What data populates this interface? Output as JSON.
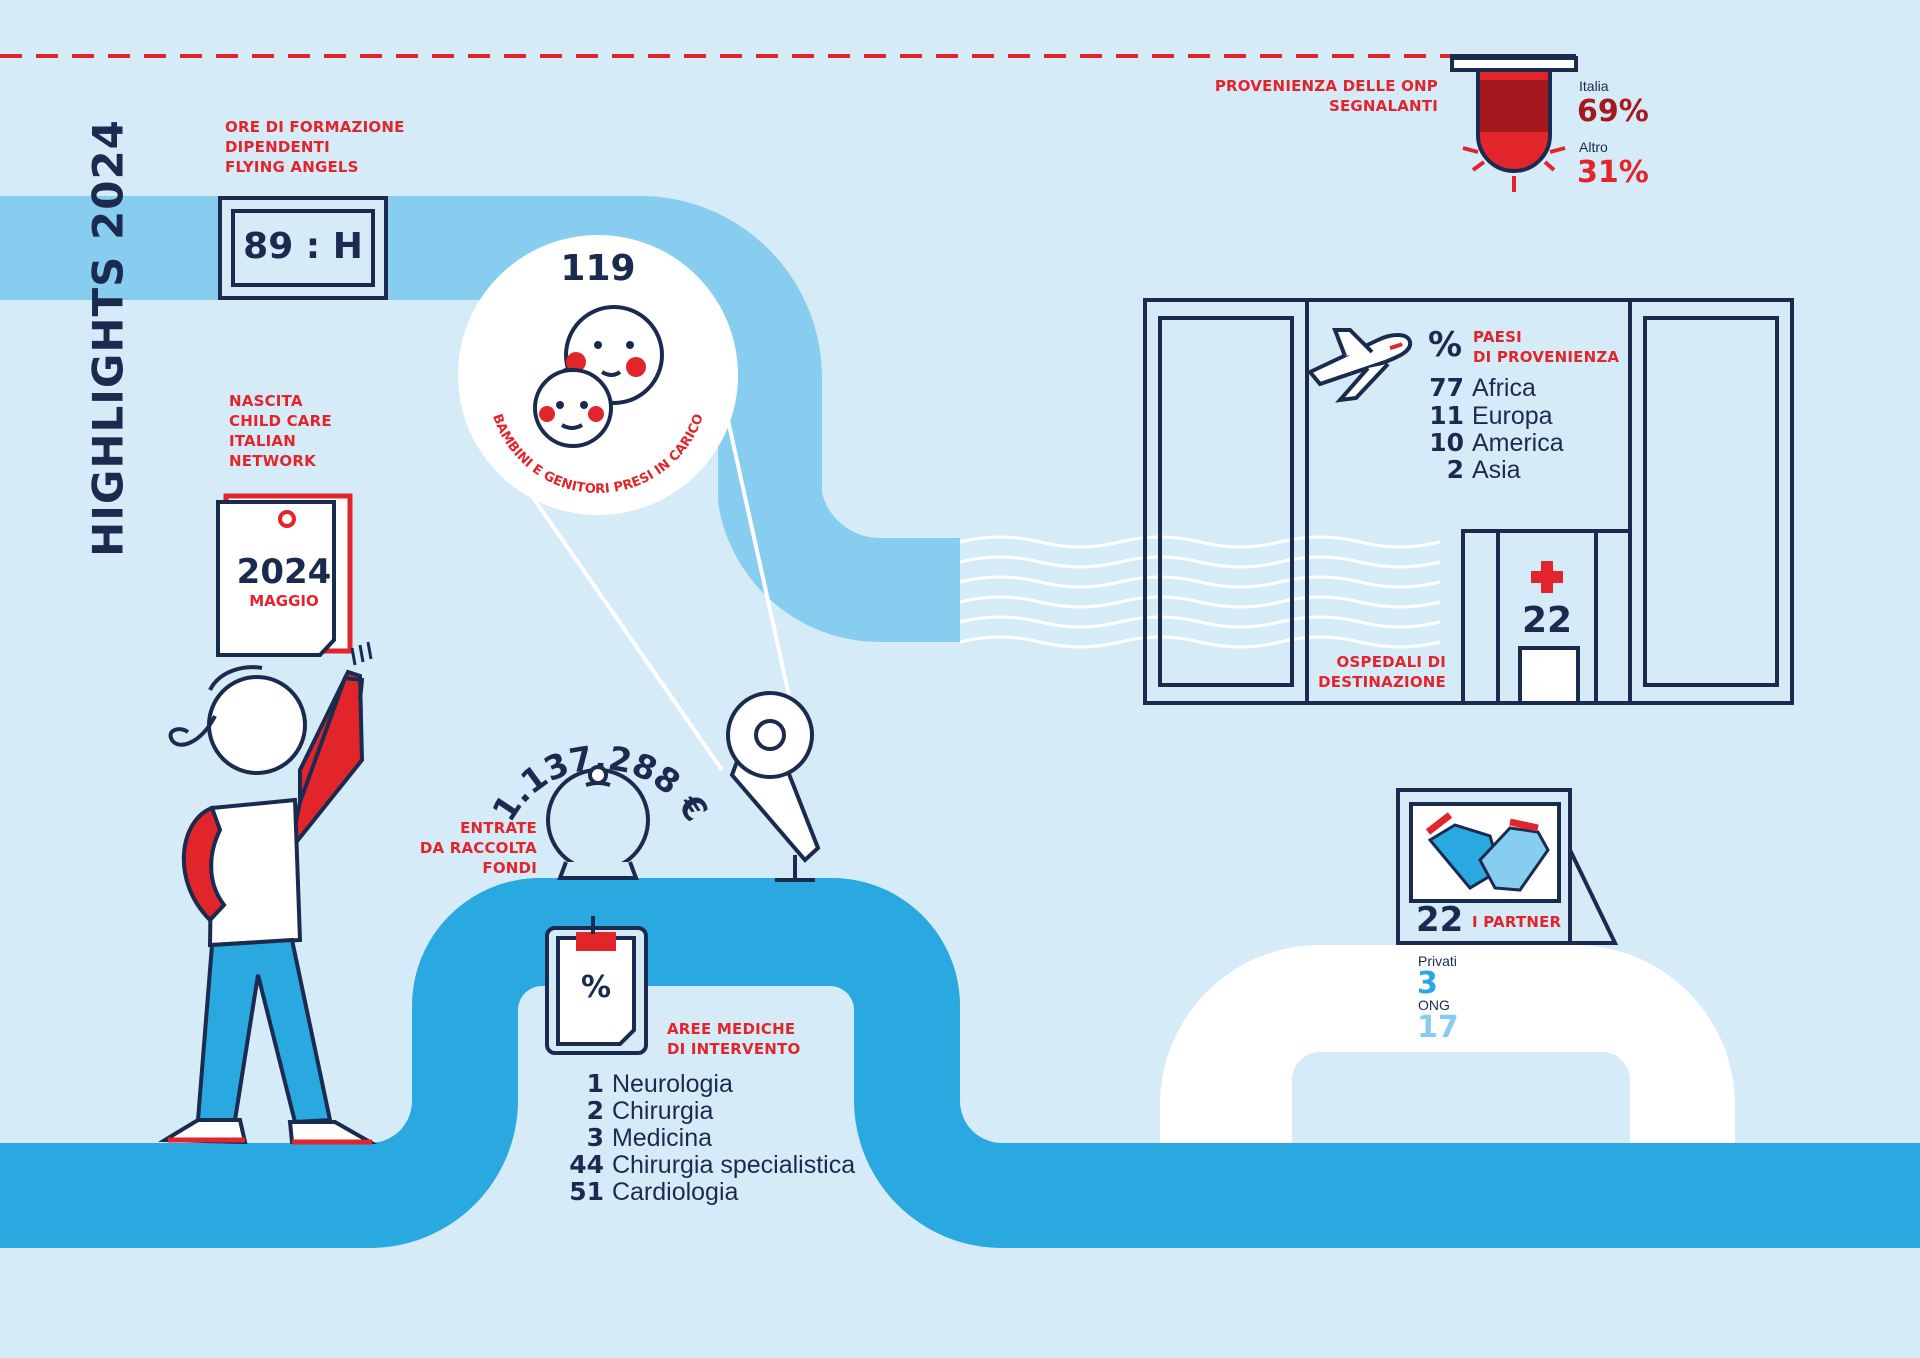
{
  "page_title": "HIGHLIGHTS 2024",
  "training": {
    "label_lines": [
      "ORE DI FORMAZIONE",
      "DIPENDENTI",
      "FLYING ANGELS"
    ],
    "value": "89 : H"
  },
  "children": {
    "value": "119",
    "caption": "BAMBINI E GENITORI PRESI IN CARICO"
  },
  "network": {
    "label_lines": [
      "NASCITA",
      "CHILD CARE",
      "ITALIAN",
      "NETWORK"
    ],
    "year": "2024",
    "month": "MAGGIO"
  },
  "fundraising": {
    "value": "1.137.288 €",
    "label_lines": [
      "ENTRATE",
      "DA RACCOLTA",
      "FONDI"
    ]
  },
  "medical_areas": {
    "icon_symbol": "%",
    "label_lines": [
      "AREE MEDICHE",
      "DI INTERVENTO"
    ],
    "items": [
      {
        "value": "1",
        "label": "Neurologia"
      },
      {
        "value": "2",
        "label": "Chirurgia"
      },
      {
        "value": "3",
        "label": "Medicina"
      },
      {
        "value": "44",
        "label": "Chirurgia specialistica"
      },
      {
        "value": "51",
        "label": "Cardiologia"
      }
    ]
  },
  "onp_origin": {
    "label_lines": [
      "PROVENIENZA DELLE ONP",
      "SEGNALANTI"
    ],
    "items": [
      {
        "label": "Italia",
        "value": "69%"
      },
      {
        "label": "Altro",
        "value": "31%"
      }
    ]
  },
  "countries": {
    "symbol": "%",
    "label_lines": [
      "PAESI",
      "DI PROVENIENZA"
    ],
    "items": [
      {
        "value": "77",
        "label": "Africa"
      },
      {
        "value": "11",
        "label": "Europa"
      },
      {
        "value": "10",
        "label": "America"
      },
      {
        "value": "2",
        "label": "Asia"
      }
    ]
  },
  "hospitals": {
    "value": "22",
    "label_lines": [
      "OSPEDALI DI",
      "DESTINAZIONE"
    ]
  },
  "partners": {
    "value": "22",
    "label": "I PARTNER",
    "items": [
      {
        "label": "Privati",
        "value": "3"
      },
      {
        "label": "ONG",
        "value": "17"
      }
    ]
  },
  "colors": {
    "background": "#d6ebf8",
    "navy": "#1a2b4f",
    "red": "#e2242b",
    "dark_red": "#a3191d",
    "pipe_light": "#86cdef",
    "pipe_mid": "#2aa8e0",
    "white": "#ffffff"
  },
  "icons": [
    "clock-display-icon",
    "baby-faces-icon",
    "calendar-icon",
    "person-icon",
    "piggy-bank-icon",
    "lamp-icon",
    "clipboard-icon",
    "siren-icon",
    "airplane-icon",
    "hospital-icon",
    "handshake-icon"
  ]
}
